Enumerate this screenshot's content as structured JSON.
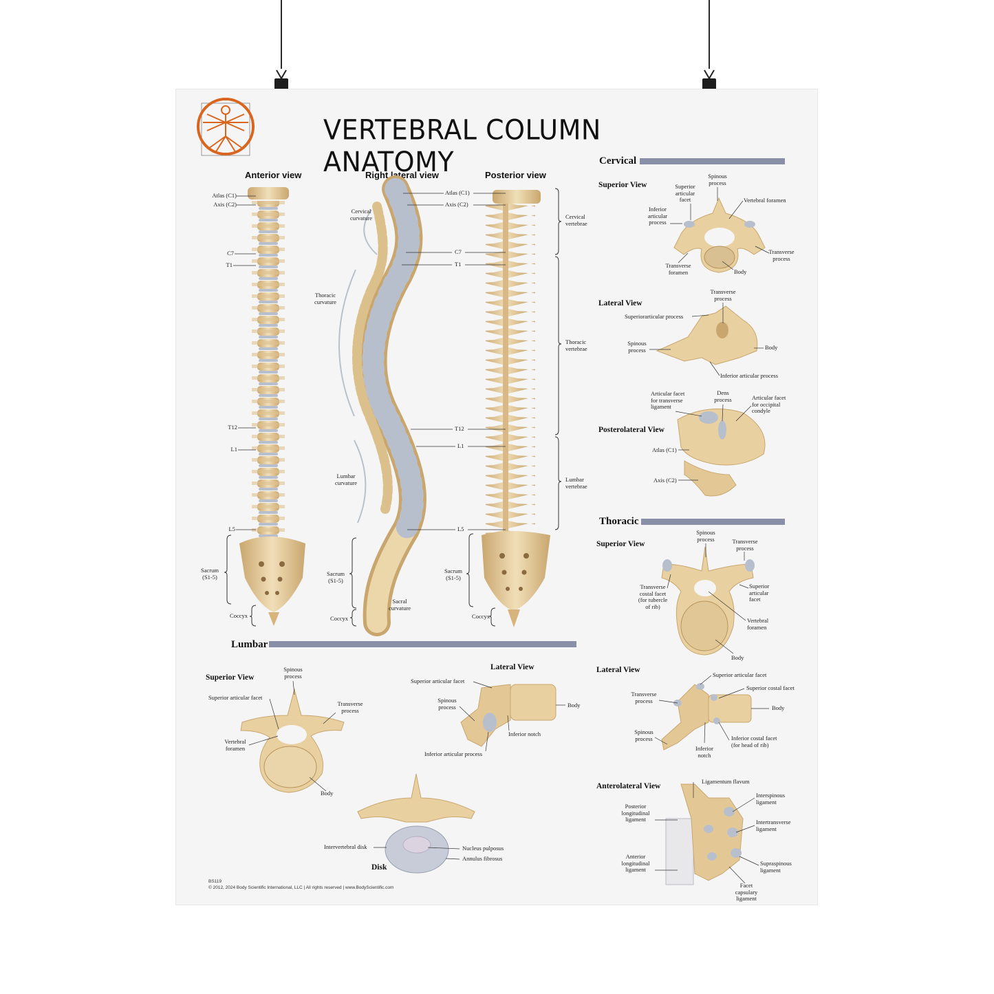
{
  "title": "VERTEBRAL COLUMN ANATOMY",
  "logo_icon": "vitruvian-man-icon",
  "colors": {
    "bone": "#e9d3a6",
    "bone_dark": "#c9a66e",
    "disc": "#b8bfcc",
    "accent_bar": "#8a8fa8",
    "logo": "#d9661f"
  },
  "views": {
    "anterior": "Anterior view",
    "lateral": "Right lateral view",
    "posterior": "Posterior view"
  },
  "anterior_labels": [
    "Atlas (C1)",
    "Axis (C2)",
    "C7",
    "T1",
    "T12",
    "L1",
    "L5",
    "Sacrum\n(S1-5)",
    "Coccyx"
  ],
  "lateral_labels": [
    "Cervical\ncurvature",
    "Thoracic\ncurvature",
    "Lumbar\ncurvature",
    "Sacrum\n(S1-5)",
    "Sacral\ncurvature",
    "Coccyx"
  ],
  "middle_labels": [
    "Atlas (C1)",
    "Axis (C2)",
    "C7",
    "T1",
    "T12",
    "L1",
    "L5"
  ],
  "posterior_labels": [
    "Sacrum\n(S1-5)",
    "Coccyx"
  ],
  "region_labels": [
    "Cervical\nvertebrae",
    "Thoracic\nvertebrae",
    "Lumbar\nvertebrae"
  ],
  "cervical": {
    "heading": "Cervical",
    "superior_view": "Superior View",
    "superior_labels": [
      "Superior\narticular\nfacet",
      "Spinous\nprocess",
      "Vertebral foramen",
      "Inferior\narticular\nprocess",
      "Transverse\nprocess",
      "Transverse\nforamen",
      "Body"
    ],
    "lateral_view": "Lateral View",
    "lateral_labels": [
      "Transverse\nprocess",
      "Superiorarticular process",
      "Spinous\nprocess",
      "Body",
      "Inferior articular process"
    ],
    "posterolateral_view": "Posterolateral View",
    "posterolateral_labels": [
      "Articular facet\nfor transverse\nligament",
      "Dens\nprocess",
      "Articular facet\nfor occipital\ncondyle",
      "Atlas (C1)",
      "Axis (C2)"
    ]
  },
  "thoracic": {
    "heading": "Thoracic",
    "superior_view": "Superior View",
    "superior_labels": [
      "Spinous\nprocess",
      "Transverse\nprocess",
      "Transverse\ncostal facet\n(for tubercle\nof rib)",
      "Superior\narticular\nfacet",
      "Vertebral\nforamen",
      "Body"
    ],
    "lateral_view": "Lateral View",
    "lateral_labels": [
      "Superior articular facet",
      "Superior costal facet",
      "Transverse\nprocess",
      "Body",
      "Spinous\nprocess",
      "Inferior\nnotch",
      "Inferior costal facet\n(for head of rib)"
    ],
    "anterolateral_view": "Anterolateral View",
    "anterolateral_labels": [
      "Ligamentum flavum",
      "Interspinous\nligament",
      "Posterior\nlongitudinal\nligament",
      "Intertransverse\nligament",
      "Anterior\nlongitudinal\nligament",
      "Supraspinous\nligament",
      "Facet\ncapsulary\nligament"
    ]
  },
  "lumbar": {
    "heading": "Lumbar",
    "superior_view": "Superior View",
    "superior_labels": [
      "Spinous\nprocess",
      "Superior articular facet",
      "Transverse\nprocess",
      "Vertebral\nforamen",
      "Body"
    ],
    "lateral_view": "Lateral View",
    "lateral_labels": [
      "Superior articular facet",
      "Body",
      "Spinous\nprocess",
      "Inferior notch",
      "Inferior articular process"
    ],
    "disk_title": "Disk",
    "disk_labels": [
      "Intervertebral disk",
      "Nucleus pulposus",
      "Annulus fibrosus"
    ]
  },
  "footer": {
    "code": "BS119",
    "copyright": "© 2012, 2024 Body Scientific International, LLC | All rights reserved | www.BodyScientific.com"
  }
}
